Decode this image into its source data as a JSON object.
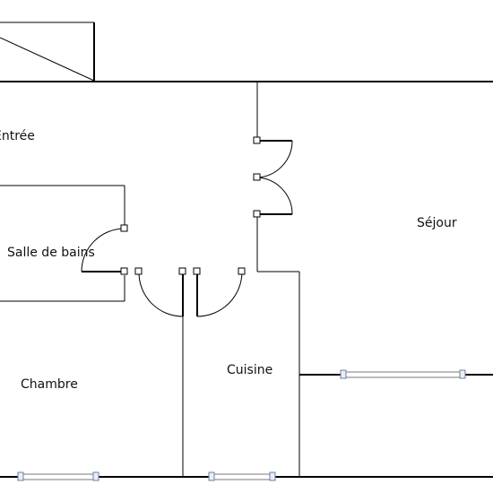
{
  "rooms": {
    "entree": "Entrée",
    "salle_de_bains": "Salle de bains",
    "sejour": "Séjour",
    "chambre": "Chambre",
    "cuisine": "Cuisine"
  },
  "colors": {
    "wall": "#000000",
    "background": "#ffffff",
    "window_frame": "#7a7a7a"
  }
}
